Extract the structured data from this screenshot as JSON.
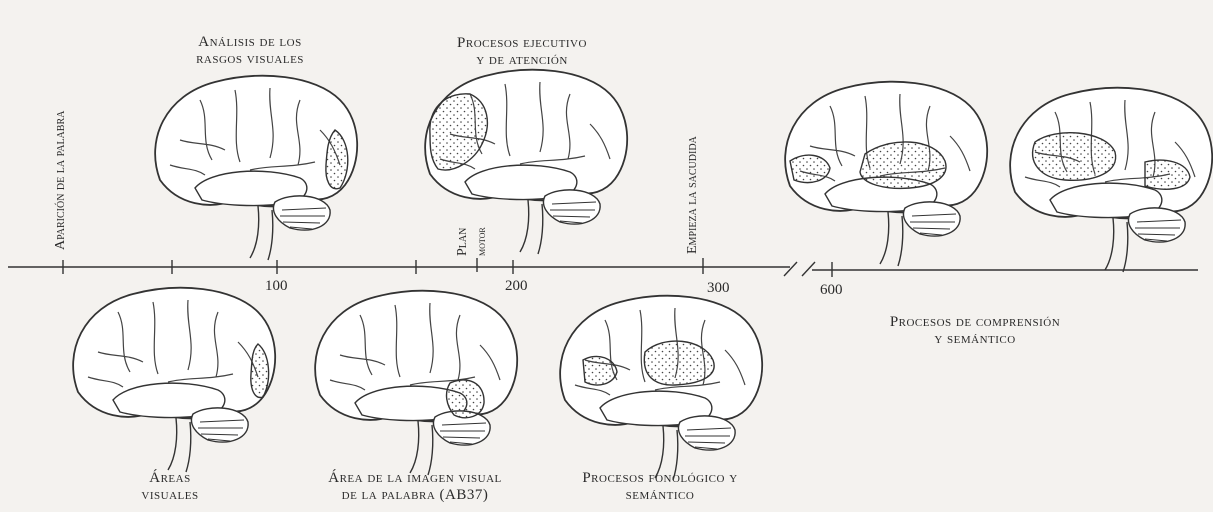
{
  "labels": {
    "analisis": "Análisis de los\nrasgos visuales",
    "procesos_ejecutivo": "Procesos ejecutivo\ny de atención",
    "comprension": "Procesos de comprensión\ny semántico",
    "areas_visuales": "Áreas\nvisuales",
    "area_imagen": "Área de la imagen visual\nde la palabra (AB37)",
    "fonologico": "Procesos fonológico y\nsemántico"
  },
  "vertical_labels": {
    "aparicion": "Aparición de la palabra",
    "plan": "Plan",
    "motor": "motor",
    "sacudida": "Empieza la sacudida"
  },
  "timeline": {
    "ticks": [
      "100",
      "200",
      "300",
      "600"
    ]
  }
}
